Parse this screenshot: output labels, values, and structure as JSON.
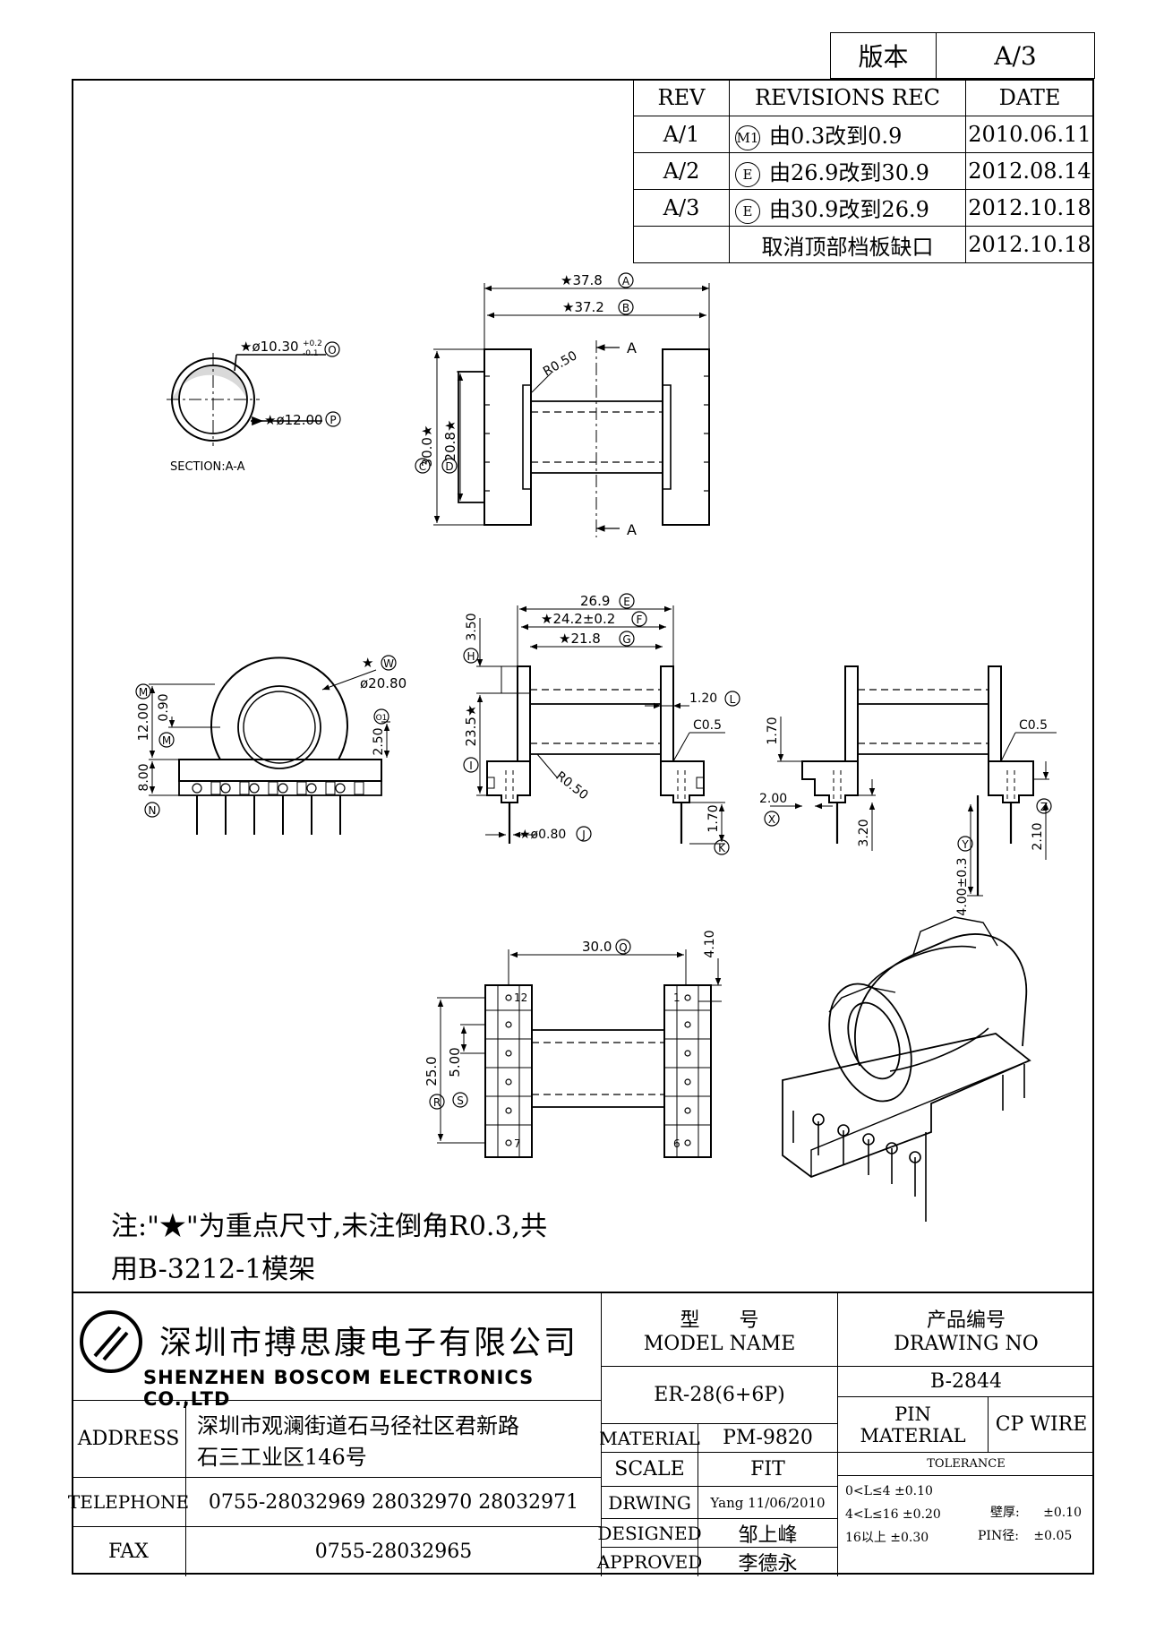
{
  "version": {
    "label": "版本",
    "value": "A/3"
  },
  "revisions": {
    "headers": [
      "REV",
      "REVISIONS REC",
      "DATE"
    ],
    "rows": [
      {
        "rev": "A/1",
        "mark": "M1",
        "text": "由0.3改到0.9",
        "date": "2010.06.11"
      },
      {
        "rev": "A/2",
        "mark": "E",
        "text": "由26.9改到30.9",
        "date": "2012.08.14"
      },
      {
        "rev": "A/3",
        "mark": "E",
        "text": "由30.9改到26.9",
        "date": "2012.10.18"
      },
      {
        "rev": "",
        "mark": "",
        "text": "取消顶部档板缺口",
        "date": "2012.10.18"
      }
    ]
  },
  "section_view": {
    "label": "SECTION:A-A",
    "dim_inner": "★ø10.30",
    "dim_inner_tol_plus": "+0.2",
    "dim_inner_tol_minus": "-0.1",
    "dim_inner_mark": "O",
    "dim_outer": "★ø12.00",
    "dim_outer_mark": "P"
  },
  "top_view": {
    "dim_a": "★37.8",
    "mark_a": "A",
    "dim_b": "★37.2",
    "mark_b": "B",
    "dim_c": "30.0★",
    "mark_c": "C",
    "dim_d": "20.8★",
    "mark_d": "D",
    "radius": "R0.50",
    "section_a": "A"
  },
  "front_view": {
    "dim_e": "26.9",
    "mark_e": "E",
    "dim_f": "★24.2±0.2",
    "mark_f": "F",
    "dim_g": "★21.8",
    "mark_g": "G",
    "dim_h": "3.50",
    "mark_h": "H",
    "dim_i": "23.5★",
    "mark_i": "I",
    "dim_l": "1.20",
    "mark_l": "L",
    "chamfer": "C0.5",
    "radius": "R0.50",
    "dim_j": "★ø0.80",
    "mark_j": "J",
    "dim_k": "1.70",
    "mark_k": "K"
  },
  "side_view": {
    "dim_w_star": "★",
    "dim_w_mark": "W",
    "dim_w": "ø20.80",
    "dim_m": "12.00",
    "mark_m": "M",
    "dim_09": "0.90",
    "dim_o1": "2.50",
    "mark_o1": "O1",
    "dim_n": "8.00",
    "mark_n": "N"
  },
  "right_view": {
    "dim_170": "1.70",
    "chamfer": "C0.5",
    "dim_x": "2.00",
    "mark_x": "X",
    "dim_320": "3.20",
    "dim_y": "4.00±0.3",
    "mark_y": "Y",
    "dim_z": "2.10",
    "mark_z": "Z"
  },
  "bottom_view": {
    "dim_q": "30.0",
    "mark_q": "Q",
    "dim_410": "4.10",
    "dim_r": "25.0",
    "mark_r": "R",
    "dim_s": "5.00",
    "mark_s": "S",
    "pin_12": "12",
    "pin_1": "1",
    "pin_7": "7",
    "pin_6": "6"
  },
  "notes": {
    "line1": "注:\"★\"为重点尺寸,未注倒角R0.3,共",
    "line2": "用B-3212-1模架"
  },
  "title_block": {
    "company_cn": "深圳市搏思康电子有限公司",
    "company_en": "SHENZHEN BOSCOM ELECTRONICS CO.,LTD",
    "address_label": "ADDRESS",
    "address_1": "深圳市观澜街道石马径社区君新路",
    "address_2": "石三工业区146号",
    "telephone_label": "TELEPHONE",
    "telephone": "0755-28032969 28032970 28032971",
    "fax_label": "FAX",
    "fax": "0755-28032965",
    "model_cn": "型　　号",
    "model_en": "MODEL NAME",
    "model": "ER-28(6+6P)",
    "drawing_cn": "产品编号",
    "drawing_en": "DRAWING NO",
    "drawing_no": "B-2844",
    "material_label": "MATERIAL",
    "material": "PM-9820",
    "scale_label": "SCALE",
    "scale": "FIT",
    "drwing_label": "DRWING",
    "drwing": "Yang 11/06/2010",
    "designed_label": "DESIGNED",
    "designed": "邹上峰",
    "approved_label": "APPROVED",
    "approved": "李德永",
    "pin_material_1": "PIN",
    "pin_material_2": "MATERIAL",
    "pin_material": "CP WIRE",
    "tolerance_label": "TOLERANCE",
    "tol_1": "0<L≤4  ±0.10",
    "tol_2": "4<L≤16 ±0.20",
    "tol_3": "16以上    ±0.30",
    "wall_label": "壁厚:",
    "wall_tol": "±0.10",
    "pin_dia_label": "PIN径:",
    "pin_dia_tol": "±0.05"
  }
}
